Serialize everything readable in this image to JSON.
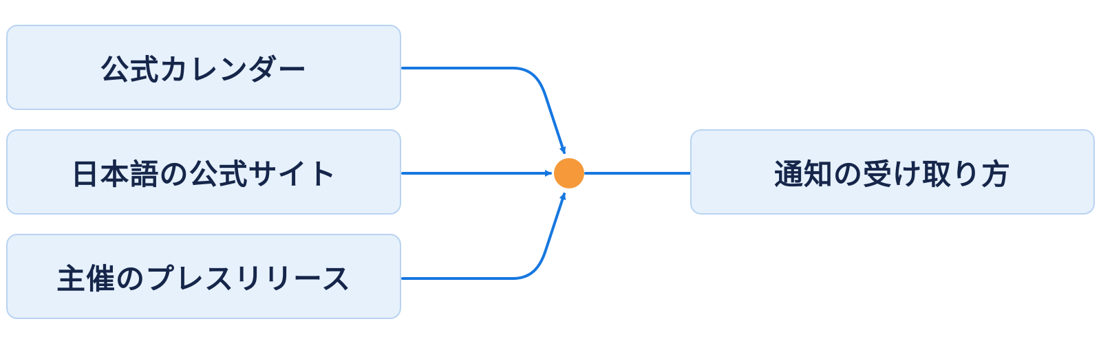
{
  "diagram": {
    "sources": [
      {
        "label": "公式カレンダー"
      },
      {
        "label": "日本語の公式サイト"
      },
      {
        "label": "主催のプレスリリース"
      }
    ],
    "target": {
      "label": "通知の受け取り方"
    },
    "colors": {
      "node_fill": "#e6f1fc",
      "node_border": "#b9d3f0",
      "node_text": "#16264a",
      "arrow": "#1677e0",
      "junction": "#f5993a"
    }
  }
}
